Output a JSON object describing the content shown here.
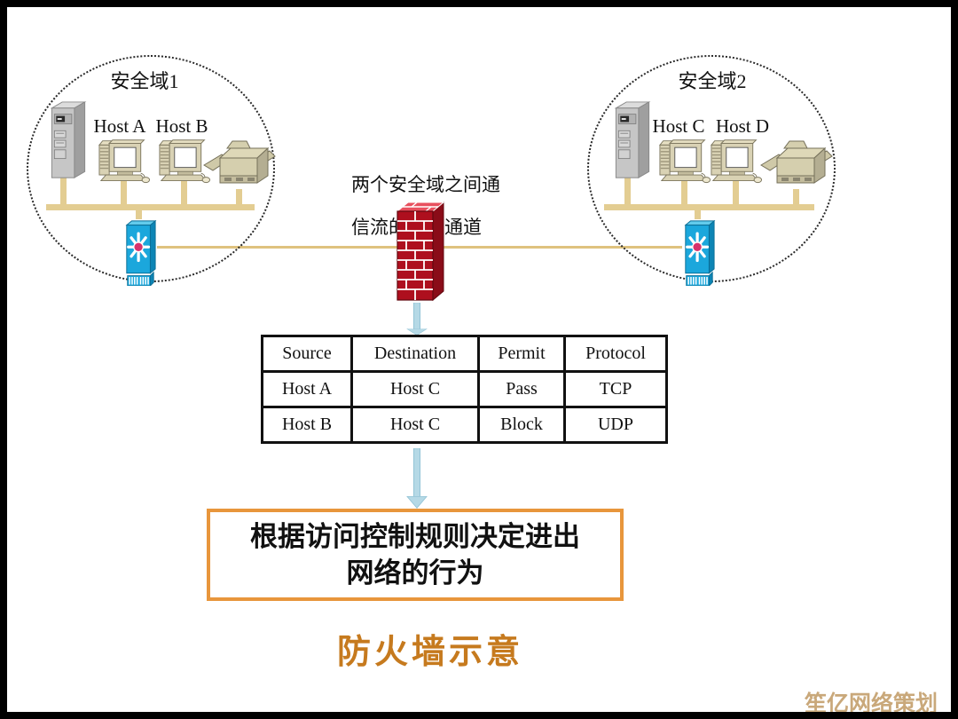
{
  "slide": {
    "title": "防火墙示意",
    "title_color": "#c67a1e",
    "watermark": "笙亿网络策划",
    "watermark_color": "#c9a87a",
    "frame_color": "#000000",
    "background": "#ffffff"
  },
  "domain1": {
    "label": "安全域1",
    "host_a": "Host A",
    "host_b": "Host B"
  },
  "domain2": {
    "label": "安全域2",
    "host_c": "Host C",
    "host_d": "Host D"
  },
  "channel_note": {
    "line1": "两个安全域之间通",
    "line2": "信流的唯一通道"
  },
  "acl_table": {
    "headers": [
      "Source",
      "Destination",
      "Permit",
      "Protocol"
    ],
    "rows": [
      [
        "Host A",
        "Host C",
        "Pass",
        "TCP"
      ],
      [
        "Host B",
        "Host C",
        "Block",
        "UDP"
      ]
    ]
  },
  "rule_box": {
    "line1": "根据访问控制规则决定进出",
    "line2": "网络的行为",
    "border_color": "#e8963c"
  },
  "icons": {
    "server": "server-tower-icon",
    "workstation": "desktop-computer-icon",
    "printer": "printer-icon",
    "switch": "network-switch-icon",
    "firewall": "brick-firewall-icon",
    "arrow": "down-arrow-icon"
  },
  "colors": {
    "network_line_tan": "#e3cd92",
    "inter_switch_line": "#dfc27e",
    "arrow_blue": "#b5d9e6",
    "firewall_red": "#ae0f1e",
    "switch_cyan": "#1ba7dc"
  }
}
